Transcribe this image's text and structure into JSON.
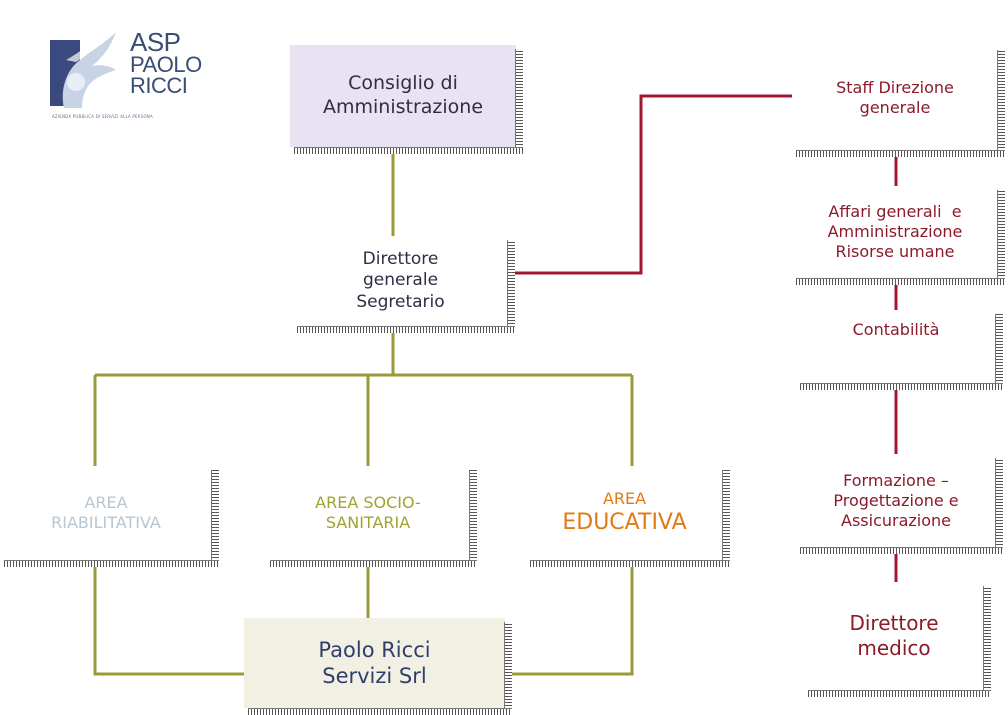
{
  "logo": {
    "line1": "ASP",
    "line2": "PAOLO",
    "line3": "RICCI",
    "subtitle": "AZIENDA PUBBLICA DI SERVIZI ALLA PERSONA"
  },
  "nodes": {
    "consiglio": "Consiglio di Amministrazione",
    "direttore_generale": {
      "line1": "Direttore",
      "line2": "generale",
      "line3": "Segretario"
    },
    "area_riabilitativa": {
      "line1": "AREA",
      "line2": "RIABILITATIVA"
    },
    "area_socio": {
      "line1": "AREA SOCIO-",
      "line2": "SANITARIA"
    },
    "area_educativa": {
      "line1": "AREA",
      "line2": "EDUCATIVA"
    },
    "servizi": {
      "line1": "Paolo Ricci",
      "line2": "Servizi Srl"
    },
    "staff": {
      "line1": "Staff Direzione",
      "line2": "generale"
    },
    "affari": {
      "line1": "Affari generali  e",
      "line2": "Amministrazione",
      "line3": "Risorse umane"
    },
    "contabilita": "Contabilità",
    "formazione": {
      "line1": "Formazione –",
      "line2": "Progettazione e",
      "line3": "Assicurazione"
    },
    "direttore_medico": {
      "line1": "Direttore",
      "line2": "medico"
    }
  },
  "colors": {
    "olive_line": "#9a9a3a",
    "red_line": "#a01830",
    "consiglio_fill": "#e9e2f2",
    "servizi_fill": "#f1f0e2"
  }
}
